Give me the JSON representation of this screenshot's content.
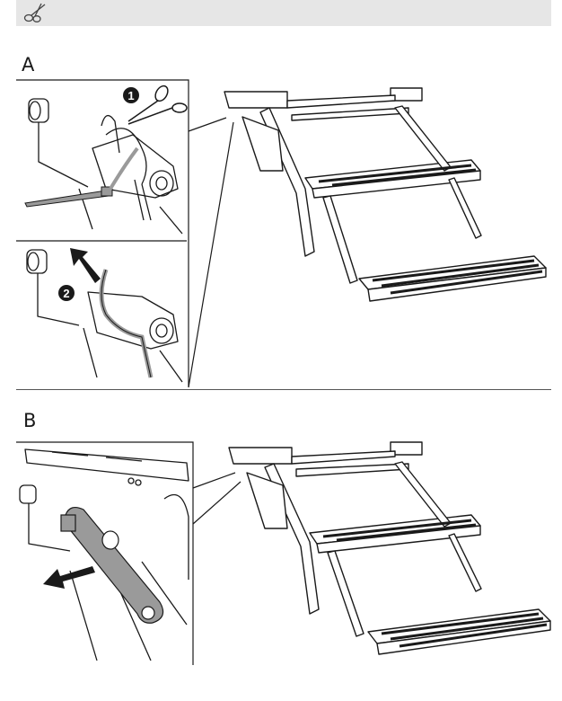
{
  "header": {
    "icon": "scissors-icon"
  },
  "sections": [
    {
      "label": "A",
      "steps": [
        "1",
        "2"
      ]
    },
    {
      "label": "B"
    }
  ],
  "colors": {
    "line": "#1a1a1a",
    "part_gray": "#9a9a9a",
    "bar_bg": "#e6e6e6"
  }
}
